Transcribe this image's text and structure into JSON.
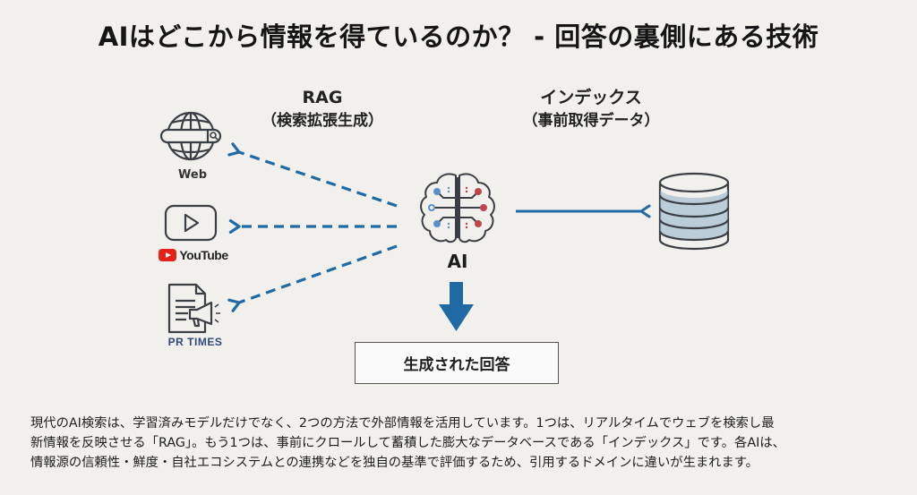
{
  "title": "AIはどこから情報を得ているのか？ - 回答の裏側にある技術",
  "rag": {
    "main": "RAG",
    "sub": "（検索拡張生成）"
  },
  "index": {
    "main": "インデックス",
    "sub": "（事前取得データ）"
  },
  "sources": [
    {
      "name": "Web",
      "icon": "globe-search-icon"
    },
    {
      "name": "YouTube",
      "icon": "youtube-play-icon"
    },
    {
      "name": "PR TIMES",
      "icon": "press-release-megaphone-icon"
    }
  ],
  "ai": {
    "label": "AI",
    "icon": "brain-circuit-icon"
  },
  "database": {
    "icon": "database-icon"
  },
  "answer": {
    "label": "生成された回答"
  },
  "colors": {
    "arrow": "#1f6aa5",
    "background": "#f1f0ec",
    "icon_stroke": "#3a3f45",
    "youtube_red": "#e62117",
    "prtimes_blue": "#2e4a7a",
    "brain_blue_nodes": "#5b8fc7",
    "brain_red_nodes": "#c0444e",
    "db_fill": "#8fb0cc"
  },
  "description": {
    "lines": [
      "現代のAI検索は、学習済みモデルだけでなく、2つの方法で外部情報を活用しています。1つは、リアルタイムでウェブを検索し最",
      "新情報を反映させる「RAG」。もう1つは、事前にクロールして蓄積した膨大なデータベースである「インデックス」です。各AIは、",
      "情報源の信頼性・鮮度・自社エコシステムとの連携などを独自の基準で評価するため、引用するドメインに違いが生まれます。"
    ]
  }
}
